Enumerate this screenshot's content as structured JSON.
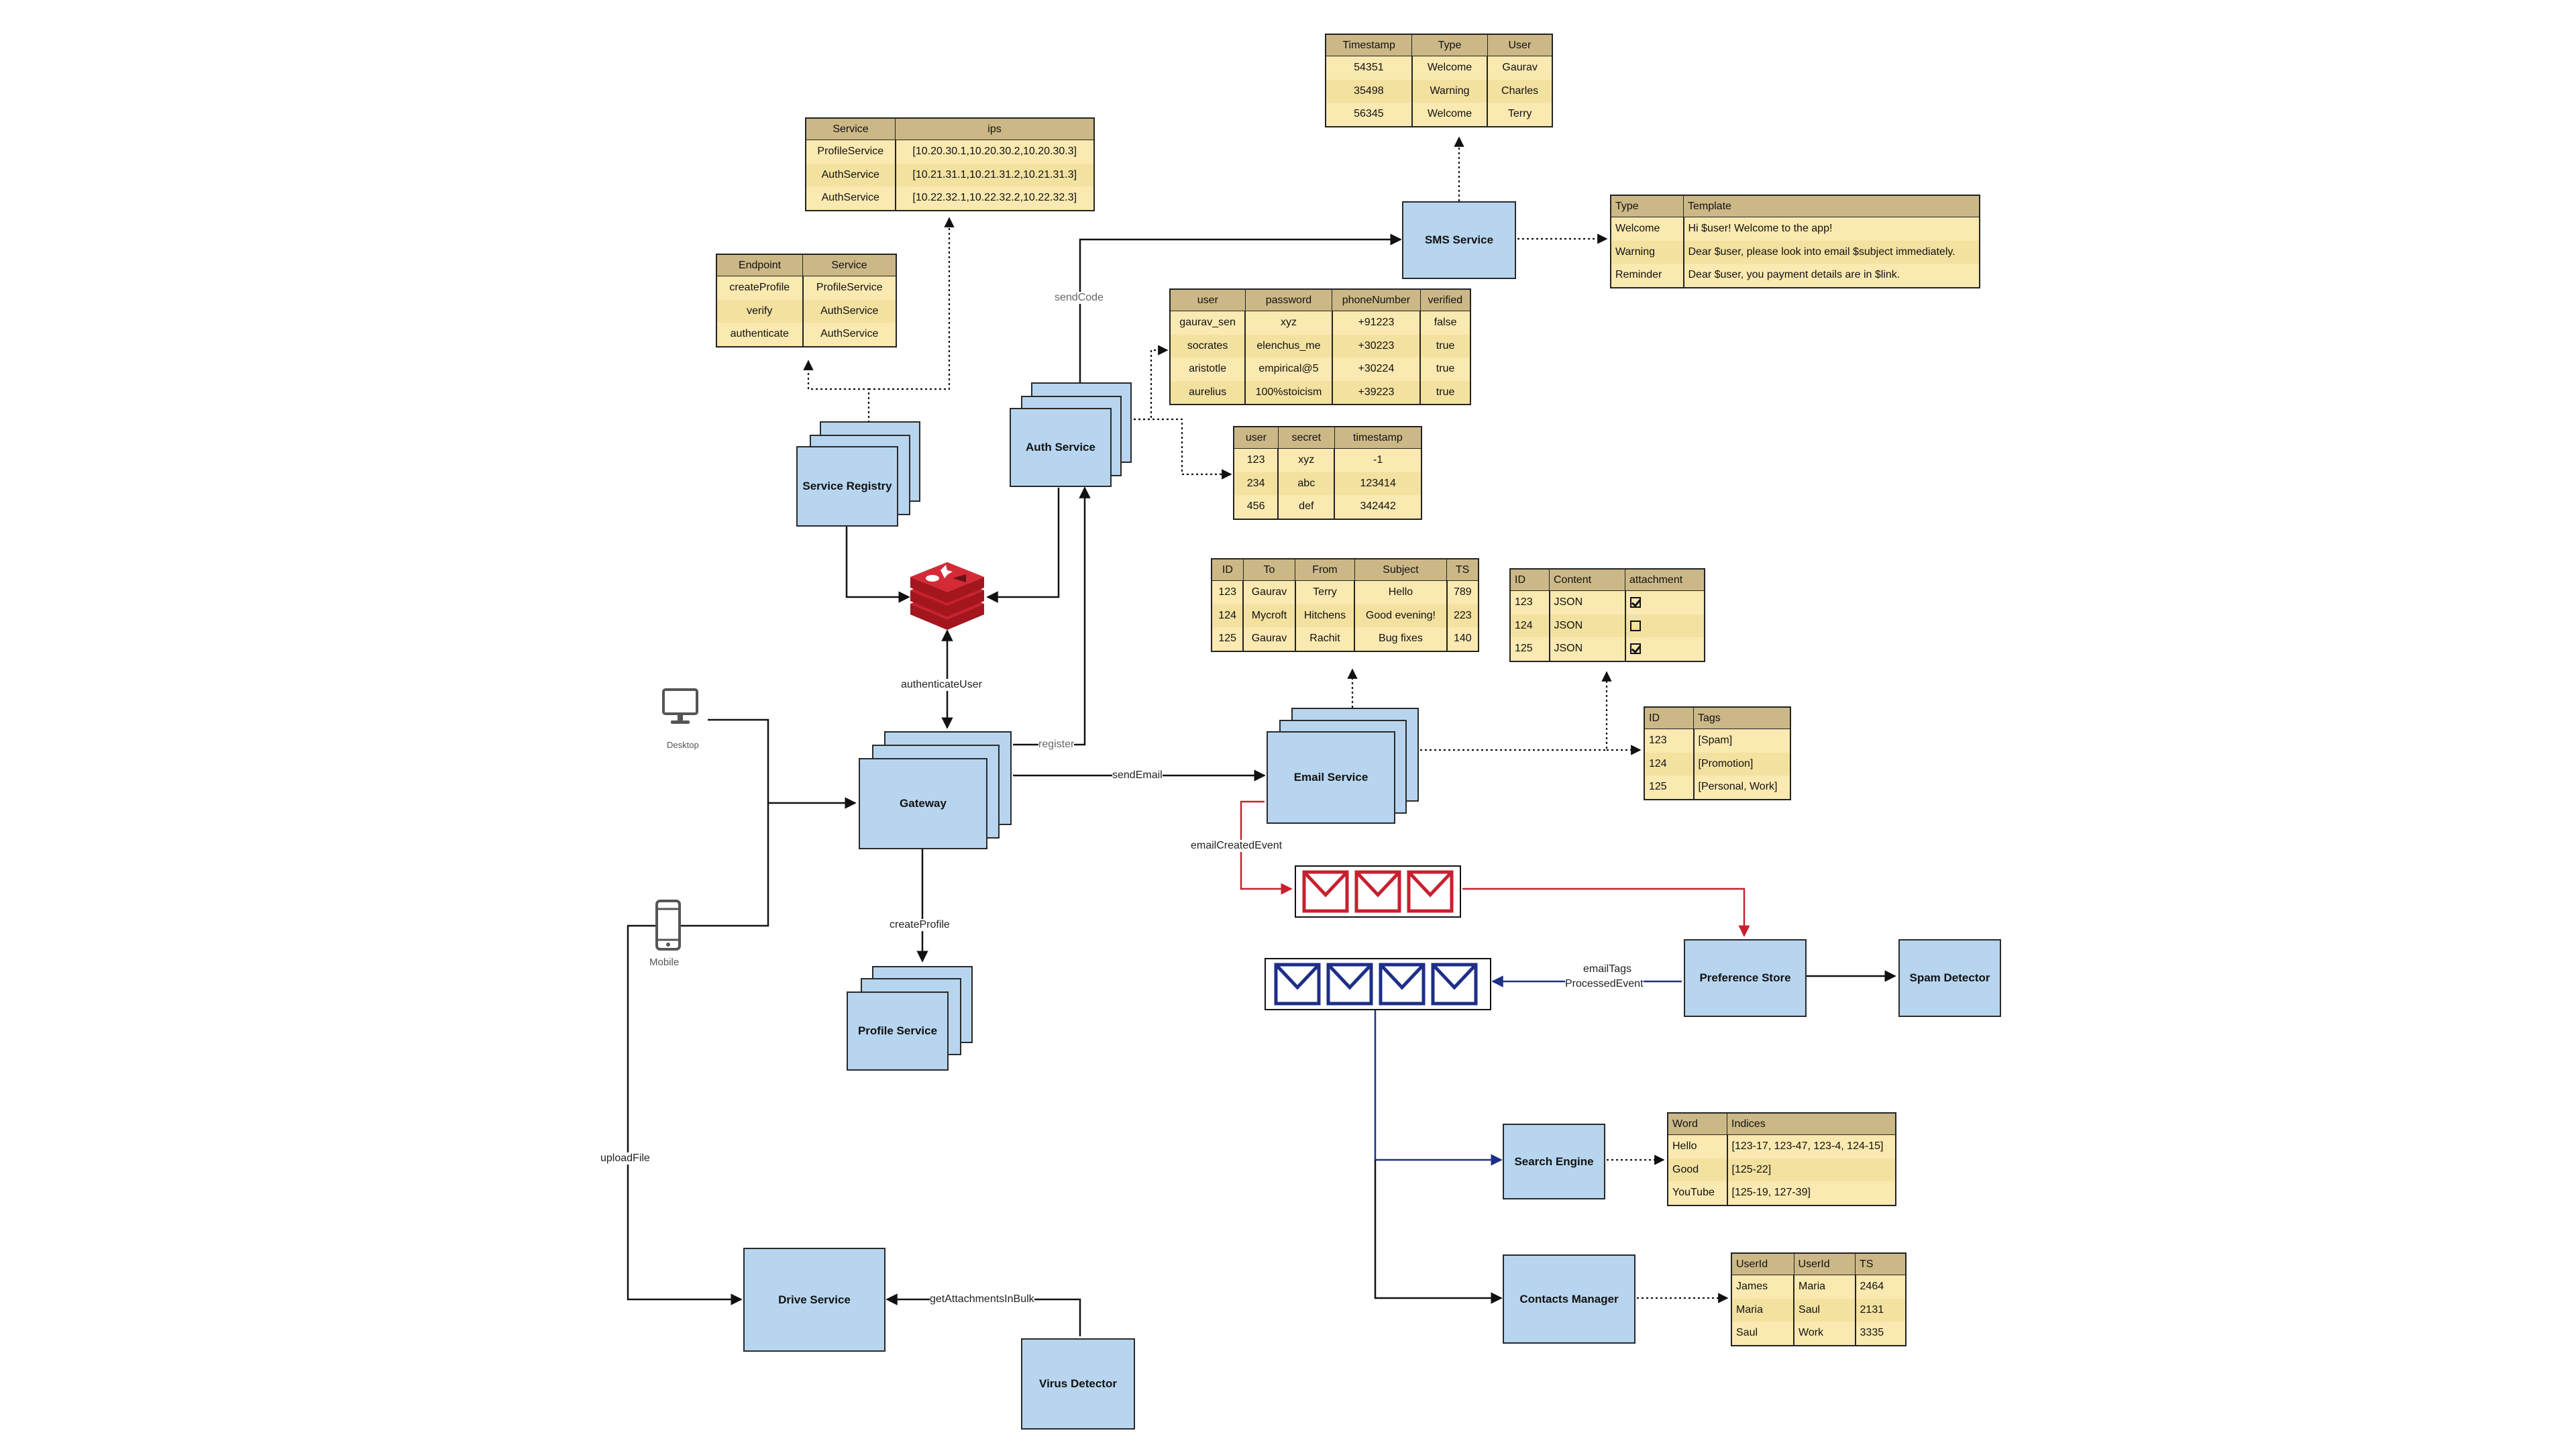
{
  "colors": {
    "service_fill": "#b7d5ee",
    "table_header": "#ccb887",
    "table_row": "#f6e6a8",
    "red_queue": "#c8202f",
    "blue_queue": "#1e2f88",
    "cache_red": "#c8202f"
  },
  "services": {
    "auth": "Auth Service",
    "sms": "SMS Service",
    "registry": "Service Registry",
    "gateway": "Gateway",
    "email": "Email Service",
    "profile": "Profile Service",
    "preference": "Preference Store",
    "spam": "Spam Detector",
    "search": "Search Engine",
    "contacts": "Contacts Manager",
    "drive": "Drive Service",
    "virus": "Virus Detector"
  },
  "devices": {
    "desktop": "Desktop",
    "mobile": "Mobile"
  },
  "labels": {
    "sendCode": "sendCode",
    "authenticateUser": "authenticateUser",
    "register": "register",
    "sendEmail": "sendEmail",
    "createProfile": "createProfile",
    "emailCreatedEvent": "emailCreatedEvent",
    "emailTags_1": "emailTags",
    "emailTags_2": "ProcessedEvent",
    "uploadFile": "uploadFile",
    "getAttachments": "getAttachmentsInBulk"
  },
  "tables": {
    "sms_log": {
      "headers": [
        "Timestamp",
        "Type",
        "User"
      ],
      "rows": [
        [
          "54351",
          "Welcome",
          "Gaurav"
        ],
        [
          "35498",
          "Warning",
          "Charles"
        ],
        [
          "56345",
          "Welcome",
          "Terry"
        ]
      ]
    },
    "registry_ips": {
      "headers": [
        "Service",
        "ips"
      ],
      "rows": [
        [
          "ProfileService",
          "[10.20.30.1,10.20.30.2,10.20.30.3]"
        ],
        [
          "AuthService",
          "[10.21.31.1,10.21.31.2,10.21.31.3]"
        ],
        [
          "AuthService",
          "[10.22.32.1,10.22.32.2,10.22.32.3]"
        ]
      ]
    },
    "registry_endpoints": {
      "headers": [
        "Endpoint",
        "Service"
      ],
      "rows": [
        [
          "createProfile",
          "ProfileService"
        ],
        [
          "verify",
          "AuthService"
        ],
        [
          "authenticate",
          "AuthService"
        ]
      ]
    },
    "sms_templates": {
      "headers": [
        "Type",
        "Template"
      ],
      "rows": [
        [
          "Welcome",
          "Hi $user! Welcome to the app!"
        ],
        [
          "Warning",
          "Dear $user, please look into email $subject immediately."
        ],
        [
          "Reminder",
          "Dear $user, you payment details are in $link."
        ]
      ]
    },
    "auth_users": {
      "headers": [
        "user",
        "password",
        "phoneNumber",
        "verified"
      ],
      "rows": [
        [
          "gaurav_sen",
          "xyz",
          "+91223",
          "false"
        ],
        [
          "socrates",
          "elenchus_me",
          "+30223",
          "true"
        ],
        [
          "aristotle",
          "empirical@5",
          "+30224",
          "true"
        ],
        [
          "aurelius",
          "100%stoicism",
          "+39223",
          "true"
        ]
      ]
    },
    "auth_tokens": {
      "headers": [
        "user",
        "secret",
        "timestamp"
      ],
      "rows": [
        [
          "123",
          "xyz",
          "-1"
        ],
        [
          "234",
          "abc",
          "123414"
        ],
        [
          "456",
          "def",
          "342442"
        ]
      ]
    },
    "emails": {
      "headers": [
        "ID",
        "To",
        "From",
        "Subject",
        "TS"
      ],
      "rows": [
        [
          "123",
          "Gaurav",
          "Terry",
          "Hello",
          "789"
        ],
        [
          "124",
          "Mycroft",
          "Hitchens",
          "Good evening!",
          "223"
        ],
        [
          "125",
          "Gaurav",
          "Rachit",
          "Bug fixes",
          "140"
        ]
      ]
    },
    "email_content": {
      "headers": [
        "ID",
        "Content",
        "attachment"
      ],
      "rows": [
        [
          "123",
          "JSON",
          true
        ],
        [
          "124",
          "JSON",
          false
        ],
        [
          "125",
          "JSON",
          true
        ]
      ]
    },
    "email_tags": {
      "headers": [
        "ID",
        "Tags"
      ],
      "rows": [
        [
          "123",
          "[Spam]"
        ],
        [
          "124",
          "[Promotion]"
        ],
        [
          "125",
          "[Personal, Work]"
        ]
      ]
    },
    "search_index": {
      "headers": [
        "Word",
        "Indices"
      ],
      "rows": [
        [
          "Hello",
          "[123-17, 123-47, 123-4, 124-15]"
        ],
        [
          "Good",
          "[125-22]"
        ],
        [
          "YouTube",
          "[125-19, 127-39]"
        ]
      ]
    },
    "contacts": {
      "headers": [
        "UserId",
        "UserId",
        "TS"
      ],
      "rows": [
        [
          "James",
          "Maria",
          "2464"
        ],
        [
          "Maria",
          "Saul",
          "2131"
        ],
        [
          "Saul",
          "Work",
          "3335"
        ]
      ]
    }
  }
}
